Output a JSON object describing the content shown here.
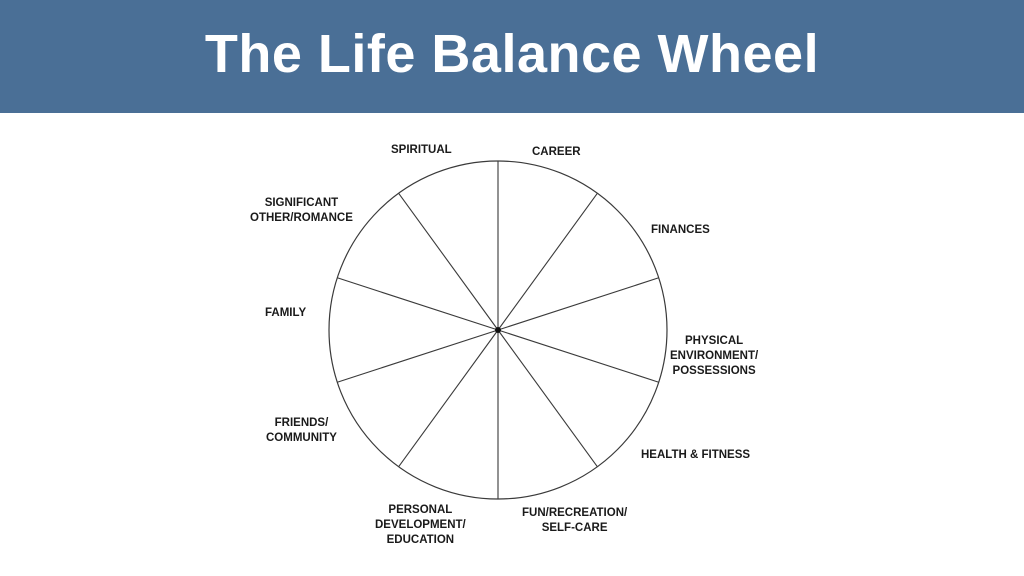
{
  "header": {
    "title": "The Life Balance Wheel"
  },
  "wheel": {
    "segments": [
      {
        "id": "career",
        "lines": [
          "CAREER"
        ]
      },
      {
        "id": "finances",
        "lines": [
          "FINANCES"
        ]
      },
      {
        "id": "physical-environment",
        "lines": [
          "PHYSICAL",
          "ENVIRONMENT/",
          "POSSESSIONS"
        ]
      },
      {
        "id": "health-fitness",
        "lines": [
          "HEALTH & FITNESS"
        ]
      },
      {
        "id": "fun-recreation",
        "lines": [
          "FUN/RECREATION/",
          "SELF-CARE"
        ]
      },
      {
        "id": "personal-development",
        "lines": [
          "PERSONAL",
          "DEVELOPMENT/",
          "EDUCATION"
        ]
      },
      {
        "id": "friends-community",
        "lines": [
          "FRIENDS/",
          "COMMUNITY"
        ]
      },
      {
        "id": "family",
        "lines": [
          "FAMILY"
        ]
      },
      {
        "id": "significant-other",
        "lines": [
          "SIGNIFICANT",
          "OTHER/ROMANCE"
        ]
      },
      {
        "id": "spiritual",
        "lines": [
          "SPIRITUAL"
        ]
      }
    ]
  },
  "colors": {
    "header_bg": "#4a6f96",
    "title_text": "#ffffff",
    "line": "#3a3a3a"
  }
}
